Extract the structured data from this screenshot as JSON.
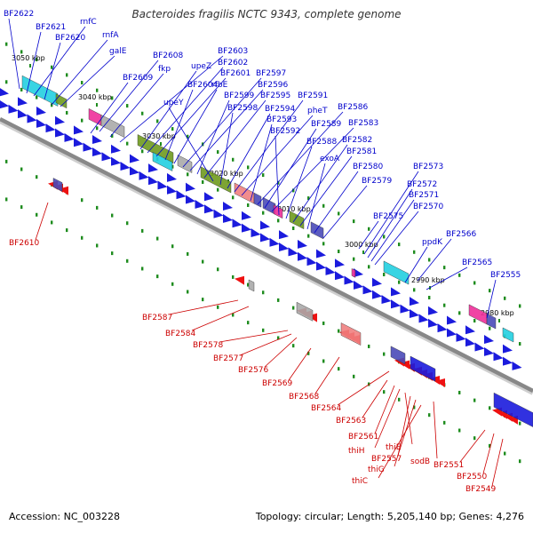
{
  "title": "Bacteroides fragilis NCTC 9343, complete genome",
  "footer": {
    "accession": "Accession: NC_003228",
    "topology": "Topology: circular; Length: 5,205,140 bp; Genes: 4,276"
  },
  "colors": {
    "forward_label": "#0000cc",
    "reverse_label": "#cc0000",
    "forward_arrow": "#1b1bdd",
    "reverse_arrow": "#ee1111",
    "backbone": "#888888",
    "tick": "#1e8c1e",
    "cyan": "#22cfe0",
    "olive": "#6f9a1e",
    "pink": "#ee2f9a",
    "salmon": "#f08080",
    "gray": "#aaaaaa",
    "slate": "#4a4ab8"
  },
  "kbp_ticks": [
    "3050 kbp",
    "3040 kbp",
    "3030 kbp",
    "3020 kbp",
    "3010 kbp",
    "3000 kbp",
    "2990 kbp",
    "2980 kbp"
  ],
  "forward_labels": [
    "BF2622",
    "BF2621",
    "rnfC",
    "BF2620",
    "rnfA",
    "galE",
    "BF2608",
    "BF2609",
    "fkp",
    "BF2603",
    "upeZ",
    "BF2602",
    "BF2601",
    "BF2604",
    "rfbE",
    "BF2597",
    "BF2596",
    "BF2599",
    "BF2595",
    "upeY",
    "BF2598",
    "BF2594",
    "BF2591",
    "pheT",
    "BF2593",
    "BF2586",
    "BF2589",
    "BF2583",
    "BF2592",
    "BF2588",
    "BF2582",
    "BF2581",
    "exoA",
    "BF2580",
    "BF2573",
    "BF2579",
    "BF2572",
    "BF2571",
    "BF2570",
    "BF2575",
    "BF2566",
    "ppdK",
    "BF2565",
    "BF2555"
  ],
  "reverse_labels": [
    "BF2610",
    "BF2587",
    "BF2584",
    "BF2578",
    "BF2577",
    "BF2576",
    "BF2569",
    "BF2568",
    "BF2564",
    "BF2563",
    "BF2561",
    "thiH",
    "thiE",
    "BF2557",
    "thiG",
    "sodB",
    "thiC",
    "BF2551",
    "BF2550",
    "BF2549"
  ]
}
